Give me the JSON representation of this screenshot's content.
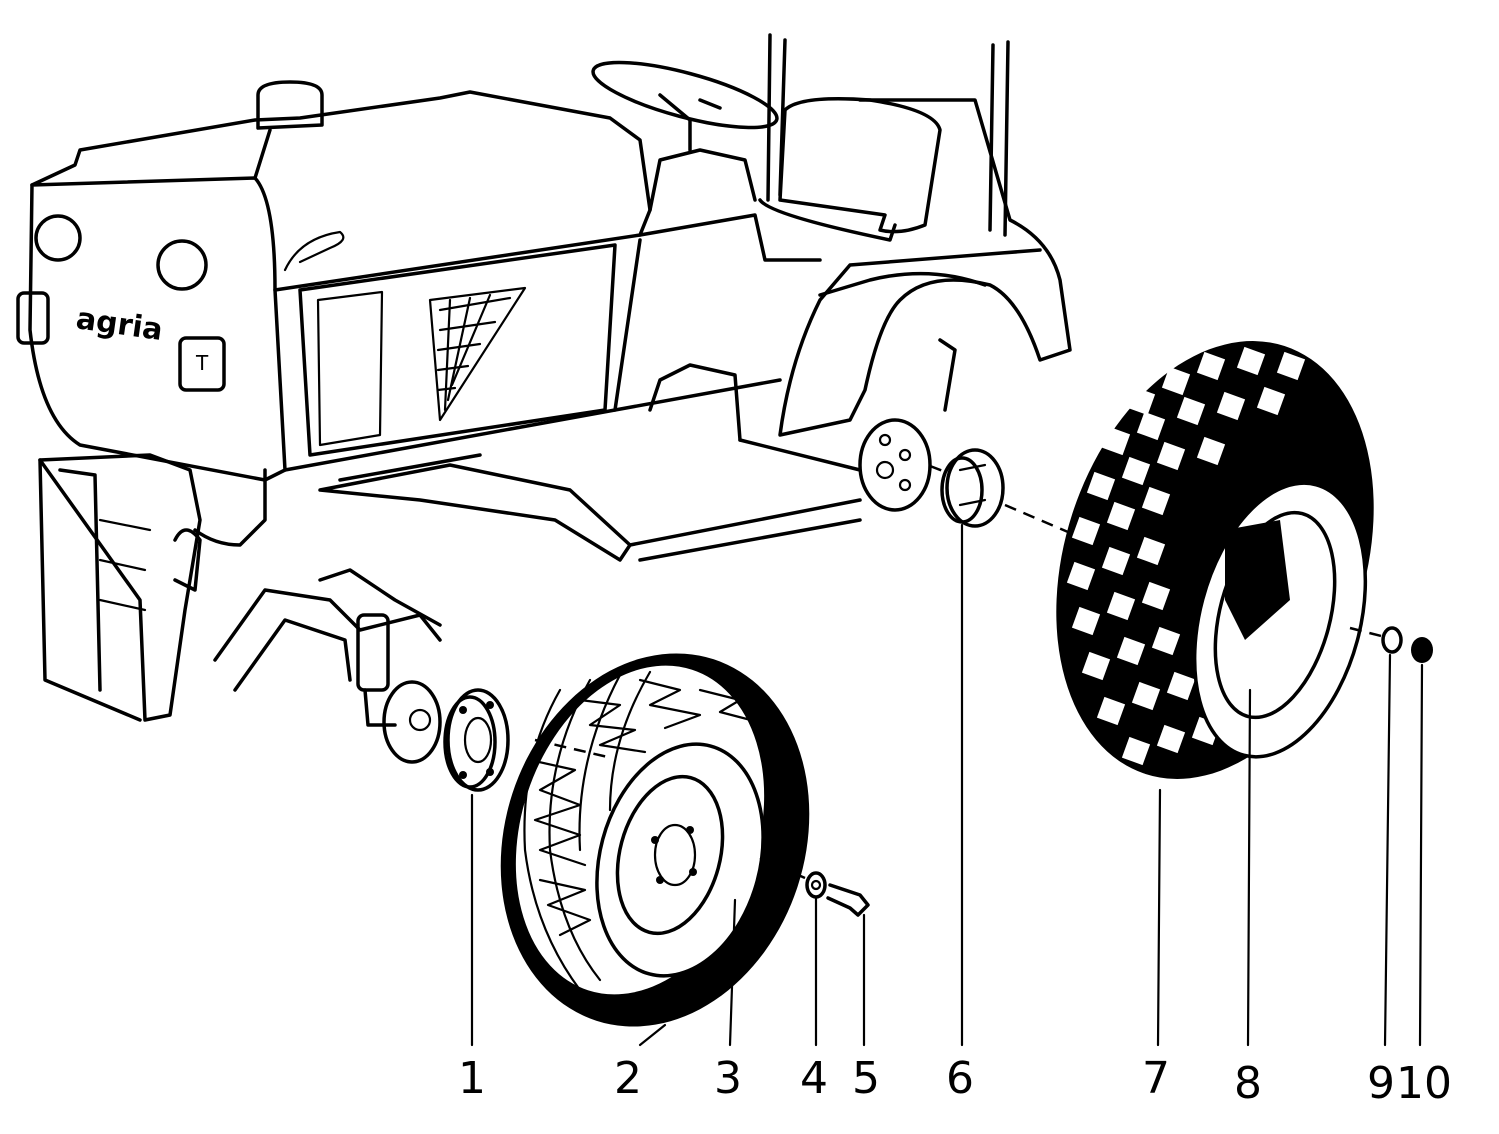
{
  "brand_label": "agria",
  "badge_label": "T",
  "callouts": [
    {
      "id": "1",
      "label": "1"
    },
    {
      "id": "2",
      "label": "2"
    },
    {
      "id": "3",
      "label": "3"
    },
    {
      "id": "4",
      "label": "4"
    },
    {
      "id": "5",
      "label": "5"
    },
    {
      "id": "6",
      "label": "6"
    },
    {
      "id": "7",
      "label": "7"
    },
    {
      "id": "8",
      "label": "8"
    },
    {
      "id": "9",
      "label": "9"
    },
    {
      "id": "10",
      "label": "10"
    }
  ]
}
